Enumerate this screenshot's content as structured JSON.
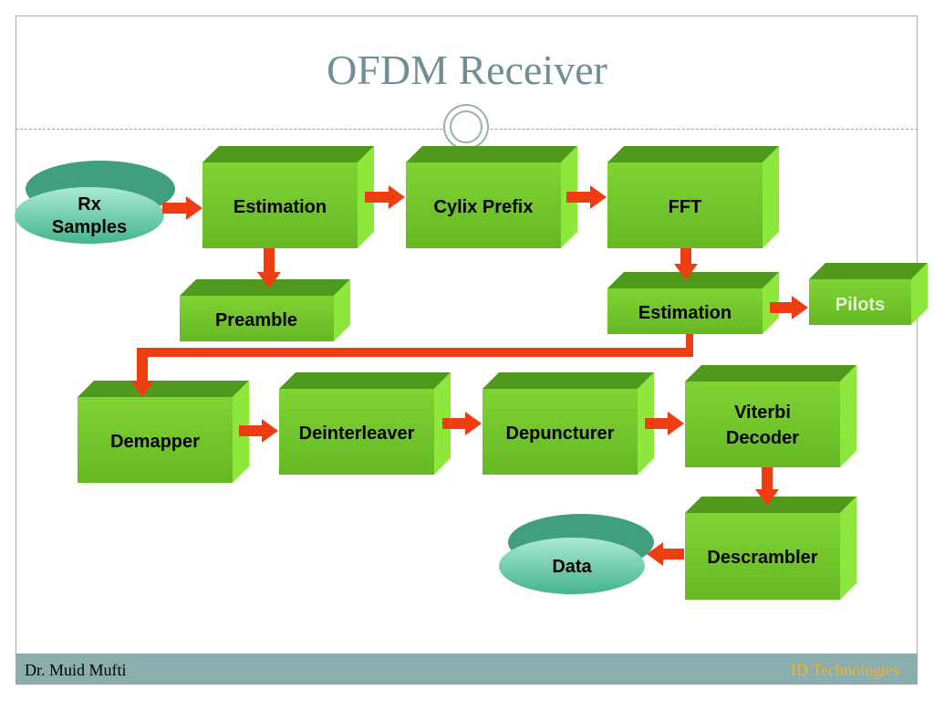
{
  "title": "OFDM Receiver",
  "footer": {
    "author": "Dr. Muid Mufti",
    "company": "ID Technologies"
  },
  "nodes": {
    "rx_samples": [
      "Rx",
      "Samples"
    ],
    "estimation_top": "Estimation",
    "cyclic_prefix": "Cylix Prefix",
    "fft": "FFT",
    "preamble": "Preamble",
    "estimation_second": "Estimation",
    "pilots": "Pilots",
    "demapper": "Demapper",
    "deinterleaver": "Deinterleaver",
    "depuncturer": "Depuncturer",
    "viterbi_decoder": [
      "Viterbi",
      "Decoder"
    ],
    "descrambler": "Descrambler",
    "data": "Data"
  },
  "colors": {
    "box_front": "#73c72a",
    "box_top": "#4f9a1d",
    "box_side": "#8ee83c",
    "oval": "#5ec9a3",
    "arrow": "#ef3d12",
    "title": "#6f8f96",
    "footer_bar": "#8aadad",
    "footer_company": "#f0b429"
  }
}
